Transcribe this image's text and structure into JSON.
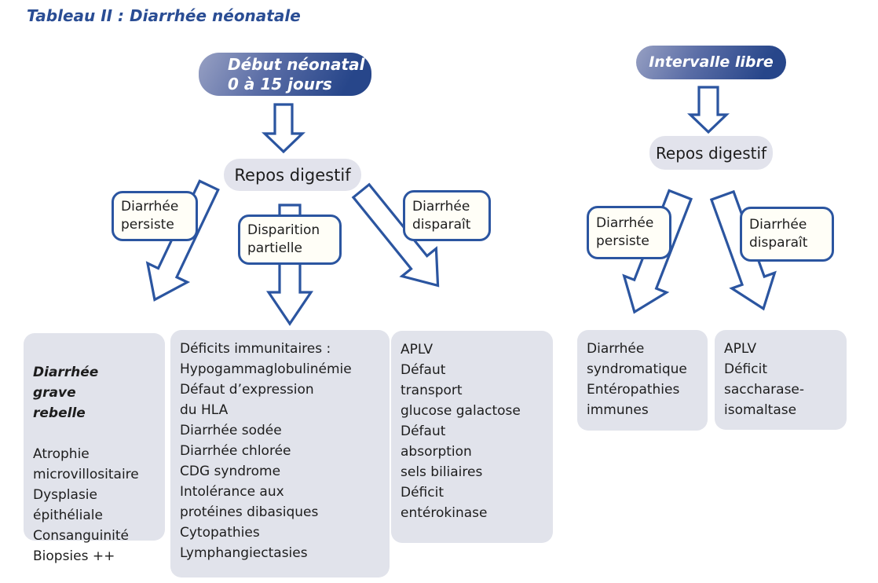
{
  "title": "Tableau II : Diarrhée néonatale",
  "colors": {
    "title_blue": "#2a4d94",
    "outline_blue": "#2b55a0",
    "badge_dark": "#27468a",
    "badge_light": "#97a0c3",
    "panel_gray": "#e2e3ec",
    "branch_bg": "#fffef7",
    "text_dark": "#1d1d1d"
  },
  "left": {
    "header_lines": [
      "Début néonatal",
      "0 à 15 jours"
    ],
    "rest_label": "Repos digestif",
    "branches": [
      {
        "lines": [
          "Diarrhée",
          "persiste"
        ]
      },
      {
        "lines": [
          "Disparition",
          "partielle"
        ]
      },
      {
        "lines": [
          "Diarrhée",
          "disparaît"
        ]
      }
    ],
    "outcomes": [
      {
        "emphasis_lines": [
          "Diarrhée",
          "grave",
          "rebelle"
        ],
        "lines": [
          "Atrophie",
          "microvillositaire",
          "Dysplasie",
          "épithéliale",
          "Consanguinité",
          "Biopsies ++"
        ]
      },
      {
        "lines": [
          "Déficits immunitaires :",
          "Hypogammaglobulinémie",
          "Défaut d’expression",
          "du HLA",
          "Diarrhée sodée",
          "Diarrhée chlorée",
          "CDG syndrome",
          "Intolérance aux",
          "protéines dibasiques",
          "Cytopathies",
          "Lymphangiectasies"
        ]
      },
      {
        "lines": [
          "APLV",
          "Défaut",
          "transport",
          "glucose galactose",
          "Défaut",
          "absorption",
          "sels biliaires",
          "Déficit",
          "entérokinase"
        ]
      }
    ]
  },
  "right": {
    "header": "Intervalle libre",
    "rest_label": "Repos digestif",
    "branches": [
      {
        "lines": [
          "Diarrhée",
          "persiste"
        ]
      },
      {
        "lines": [
          "Diarrhée",
          "disparaît"
        ]
      }
    ],
    "outcomes": [
      {
        "lines": [
          "Diarrhée",
          "syndromatique",
          "Entéropathies",
          "immunes"
        ]
      },
      {
        "lines": [
          "APLV",
          "Déficit",
          "saccharase-",
          "isomaltase"
        ]
      }
    ]
  }
}
